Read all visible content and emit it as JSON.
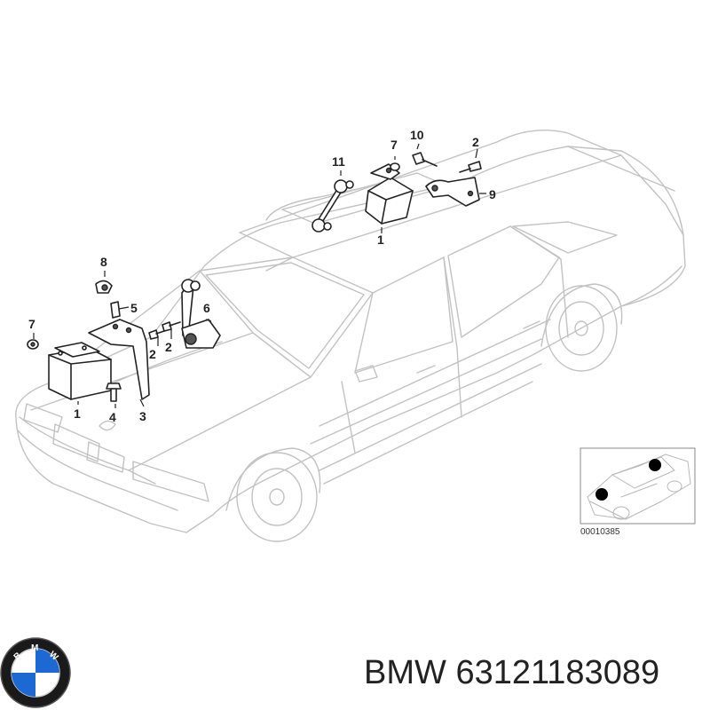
{
  "callouts": {
    "c1_front": "1",
    "c2_front_a": "2",
    "c2_front_b": "2",
    "c3": "3",
    "c4": "4",
    "c5": "5",
    "c6": "6",
    "c7_front": "7",
    "c8": "8",
    "c11": "11",
    "c7_rear": "7",
    "c10": "10",
    "c2_rear": "2",
    "c9": "9",
    "c1_rear": "1"
  },
  "inset": {
    "reference_number": "00010385"
  },
  "logo": {
    "letters": [
      "B",
      "M",
      "W"
    ]
  },
  "caption": {
    "brand": "BMW",
    "part_number": "63121183089"
  }
}
